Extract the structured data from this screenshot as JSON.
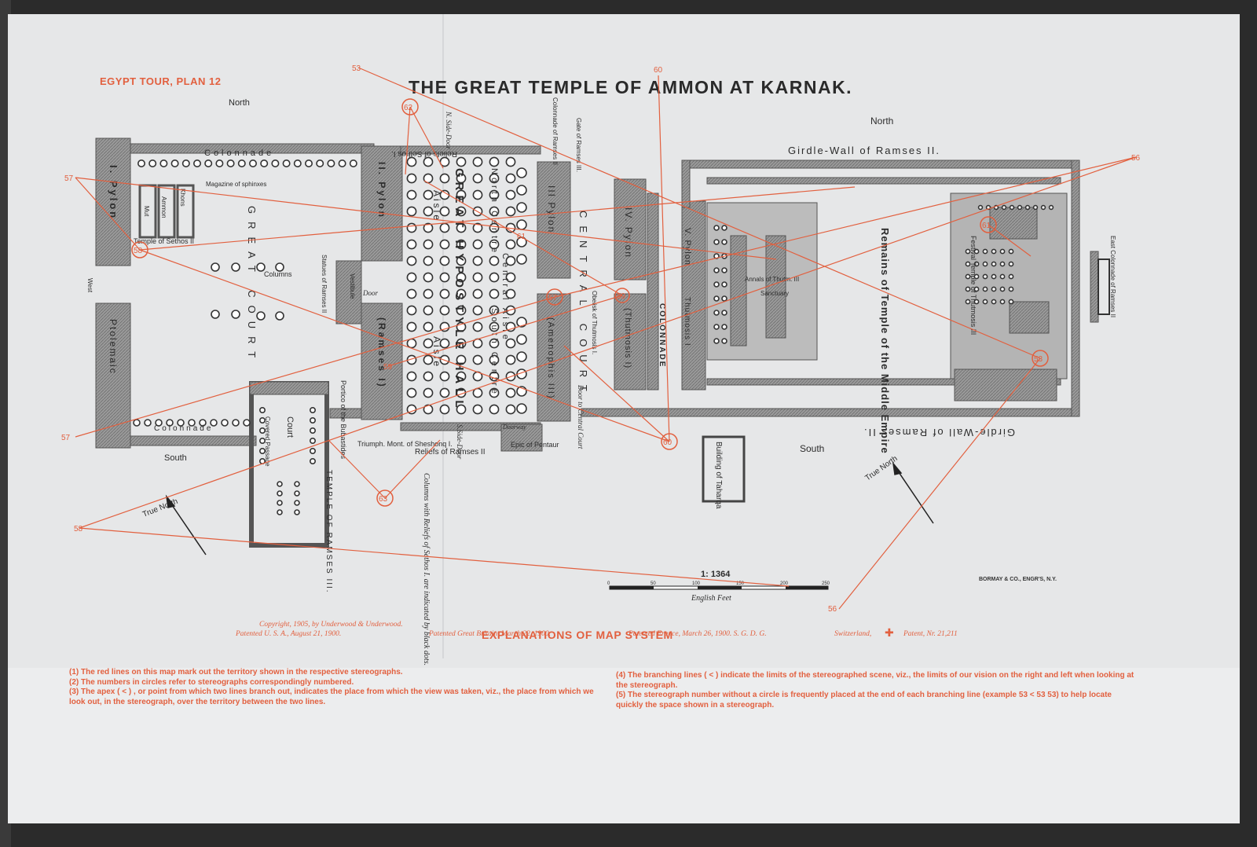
{
  "header": {
    "plan_label": "EGYPT TOUR, PLAN 12",
    "title": "THE GREAT TEMPLE OF AMMON AT KARNAK."
  },
  "compass": {
    "north_left": "North",
    "north_right": "North",
    "south_left": "South",
    "south_right": "South",
    "west": "West",
    "east_colonnade": "East Colonnade of Ramses II",
    "true_north": "True North"
  },
  "labels": {
    "pylon1": "I. Pylon",
    "pylon2": "II. Pylon",
    "pylon3": "III Pylon",
    "pylon4": "IV. Pylon",
    "pylon5": "V. Pylon",
    "ptolemaic": "Ptolemaic",
    "colonnade_top": "Colonnade",
    "colonnade_bottom": "Colonnade",
    "magazine": "Magazine of sphinxes",
    "khons": "Khons",
    "ammon": "Ammon",
    "mut": "Mut",
    "temple_sethos": "Temple of Sethos II",
    "great_court": "GREAT COURT",
    "columns": "Columns",
    "statues": "Statues of Ramses II",
    "vestibule": "Vestibule",
    "door": "Door",
    "ramses1": "(Ramses I)",
    "hypostyle": "GREAT HYPOSTYLE HALL",
    "aisle_n": "Aisle",
    "aisle_s": "Aisle",
    "north_centre": "North Centre",
    "central_aisle": "Central Aisle",
    "south_centre": "South Centre",
    "amenophis": "(Amenophis III)",
    "central_court": "CENTRAL COURT",
    "obelisk": "Obelisk of Thutmosis I.",
    "thutmosis1": "(Thutmosis I)",
    "thutmosis1b": "Thutmosis I",
    "colonnade_mid": "COLONNADE",
    "remains": "Remains of Temple of the Middle Empire",
    "sanctuary": "Sanctuary",
    "annals": "Annals of Thutm. III",
    "girdle_top": "Girdle-Wall of Ramses II.",
    "girdle_bottom": "Girdle-Wall of Ramses II.",
    "festival": "Festival Temple of Thutmosis III",
    "building_taharqa": "Building of Taharqa",
    "reliefs_sethos": "Reliefs of Sethos I.",
    "reliefs_ramses": "Reliefs of Ramses II",
    "n_side_door": "N. Side-Door",
    "s_side_door": "S.Side-Door",
    "triumph": "Triumph. Mont. of Sheshonq I.",
    "epic": "Epic of Pentaur",
    "doorway": "Doorway",
    "door_central": "Door to Central Court",
    "gate_ramses3": "Gate of Ramses III.",
    "colonnade_ramses": "Colonnade of Ramses II",
    "portico": "Portico of the Bubastides",
    "court": "Court",
    "covered_passage": "Covered Passage",
    "temple_ramses3": "TEMPLE OF RAMSES III.",
    "columns_note": "Columns with Reliefs of Sethos I. are indicated by black dots."
  },
  "scale": {
    "ratio": "1: 1364",
    "ticks": [
      "0",
      "50",
      "100",
      "150",
      "200",
      "250"
    ],
    "unit": "English Feet"
  },
  "stereo_numbers": {
    "n53": "53",
    "n56": "56",
    "n57": "57",
    "n58": "58",
    "n59": "59",
    "n60": "60",
    "n61": "61",
    "n62": "62",
    "n63": "63"
  },
  "engraver": "BORMAY & CO., ENGR'S, N.Y.",
  "copyright": {
    "line1": "Copyright, 1905, by Underwood & Underwood.",
    "line2": "Patented U. S. A., August 21, 1900.",
    "gb": "Patented Great Britain, March 22, 1900.",
    "fr": "Patented France, March 26, 1900.   S. G. D. G.",
    "ch": "Switzerland,",
    "ch_patent": "Patent, Nr. 21,211"
  },
  "explanations": {
    "title": "EXPLANATIONS OF MAP SYSTEM",
    "e1": "(1)  The red lines on this map mark out the territory shown in the respective stereographs.",
    "e2": "(2)  The numbers in circles refer to stereographs correspondingly numbered.",
    "e3": "(3)  The apex ( < ) , or point from which two lines branch out, indicates the place from which the view was taken, viz., the place from which we look out, in the stereograph, over the territory between the two lines.",
    "e4": "(4)  The branching lines ( < ) indicate the limits of the stereographed scene, viz., the limits of our vision on the right and left when looking at the stereograph.",
    "e5": "(5)  The stereograph number without a circle is frequently placed at the end of each branching line (example 53 < 53 53) to help locate quickly the space shown in a stereograph."
  },
  "colors": {
    "paper": "#e6e7e8",
    "ink": "#2c2c2c",
    "wall": "#8e8e8e",
    "red": "#e2603f"
  }
}
